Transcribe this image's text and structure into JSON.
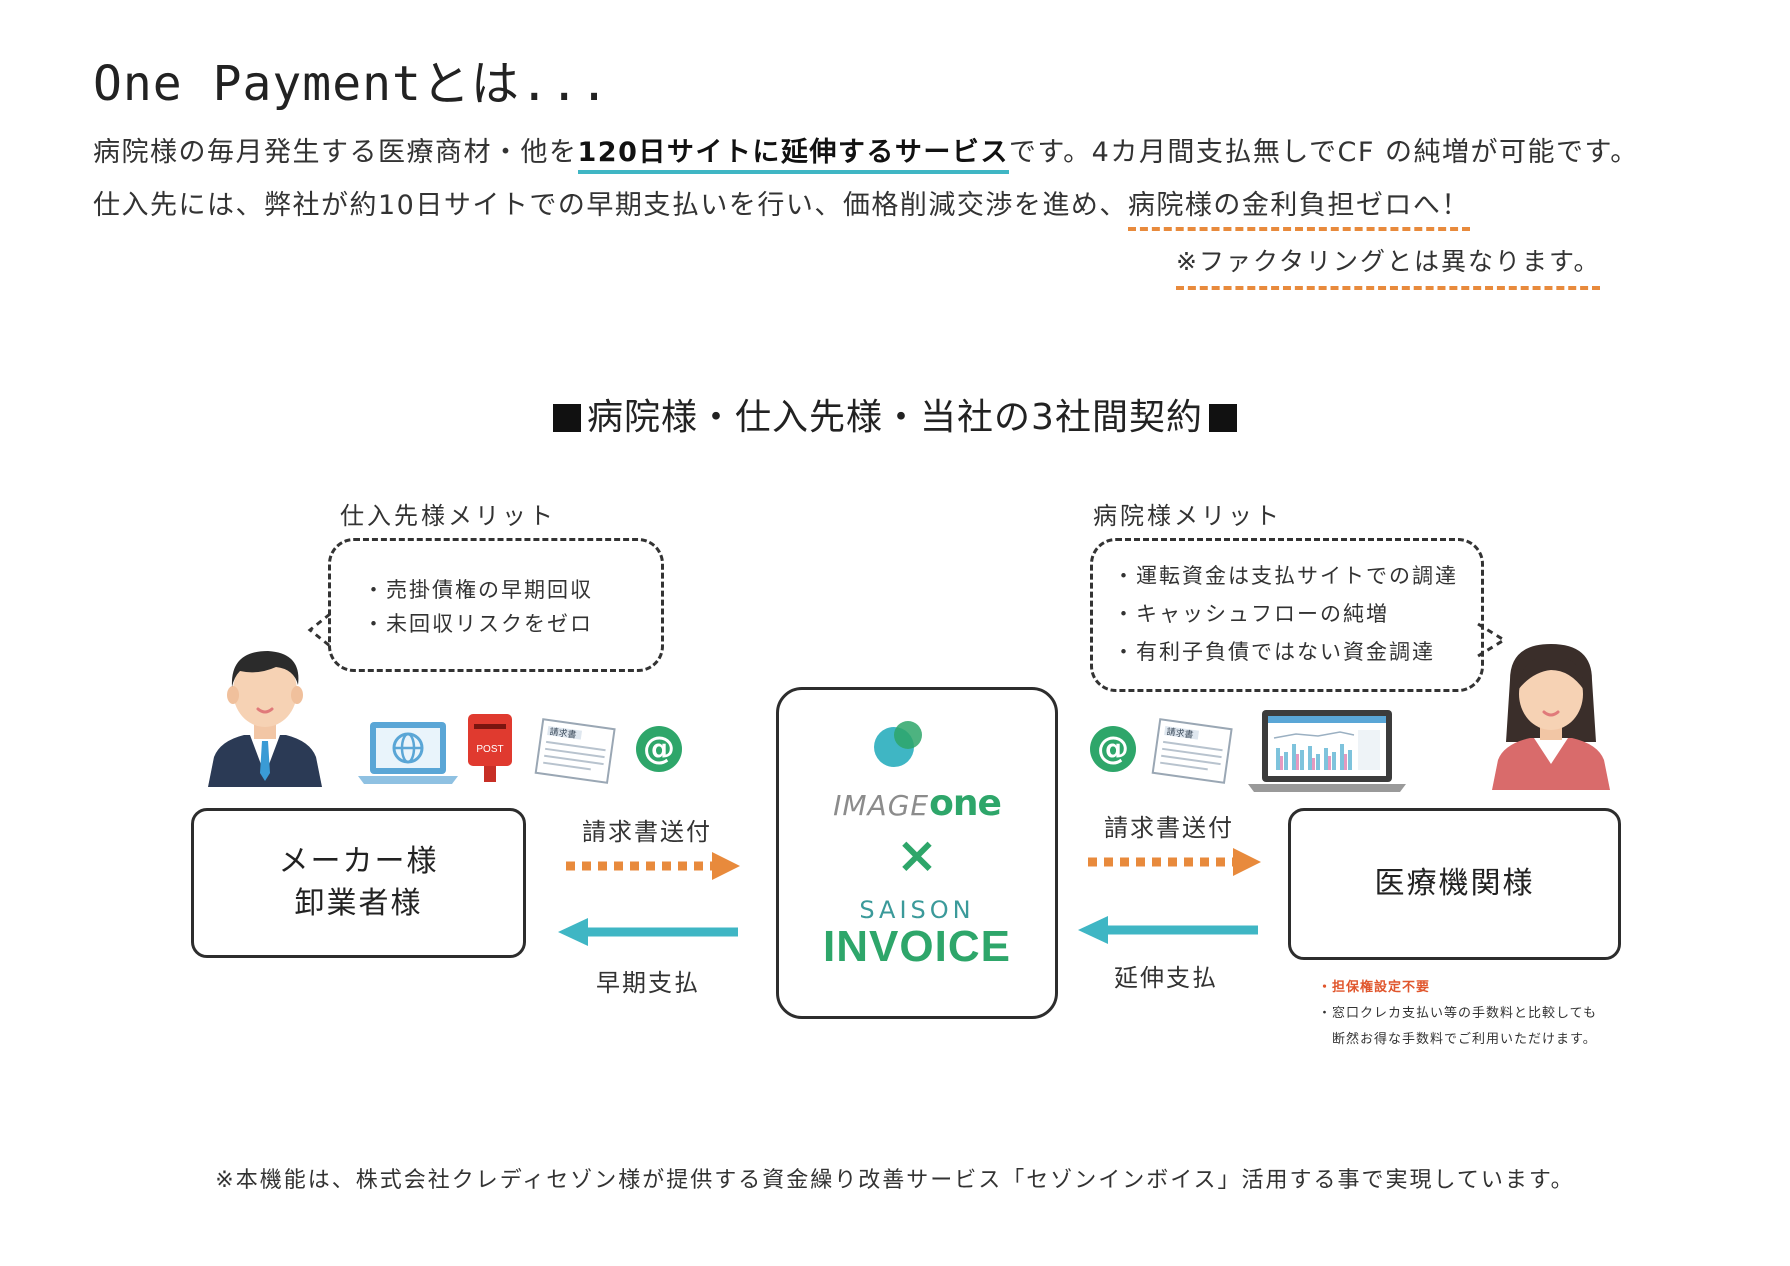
{
  "header": {
    "title": "One Paymentとは...",
    "intro_line1": {
      "before": "病院様の毎月発生する医療商材・他を",
      "highlight": "120日サイトに延伸するサービス",
      "after": "です。4カ月間支払無しでCF の純増が可能です。"
    },
    "intro_line2": {
      "before": "仕入先には、弊社が約10日サイトでの早期支払いを行い、価格削減交渉を進め、",
      "highlight": "病院様の金利負担ゼロへ！"
    },
    "note": "※ファクタリングとは異なります。"
  },
  "diagram": {
    "title": "病院様・仕入先様・当社の3社間契約",
    "supplier_merit": {
      "heading": "仕入先様メリット",
      "items": [
        "売掛債権の早期回収",
        "未回収リスクをゼロ"
      ]
    },
    "hospital_merit": {
      "heading": "病院様メリット",
      "items": [
        "運転資金は支払サイトでの調達",
        "キャッシュフローの純増",
        "有利子負債ではない資金調達"
      ]
    },
    "supplier_box": {
      "line1": "メーカー様",
      "line2": "卸業者様"
    },
    "hospital_box": {
      "label": "医療機関様"
    },
    "center": {
      "logo1_text_plain": "IMAGE",
      "logo1_text_bold": "one",
      "cross": "×",
      "logo2_top": "SAISON",
      "logo2_bottom": "INVOICE"
    },
    "flows": {
      "left_invoice": "請求書送付",
      "left_payment": "早期支払",
      "right_invoice": "請求書送付",
      "right_payment": "延伸支払"
    },
    "icons": {
      "post_label": "POST",
      "invoice_doc_label": "請求書",
      "at_symbol": "@"
    },
    "hospital_notes": {
      "note1": "・担保権設定不要",
      "note2": "・窓口クレカ支払い等の手数料と比較しても",
      "note3": "断然お得な手数料でご利用いただけます。"
    }
  },
  "footer": "※本機能は、株式会社クレディセゾン様が提供する資金繰り改善サービス「セゾンインボイス」活用する事で実現しています。",
  "colors": {
    "teal": "#3fb6c4",
    "orange": "#e88a3c",
    "green": "#2ea66a",
    "dark": "#2d2d2d"
  }
}
